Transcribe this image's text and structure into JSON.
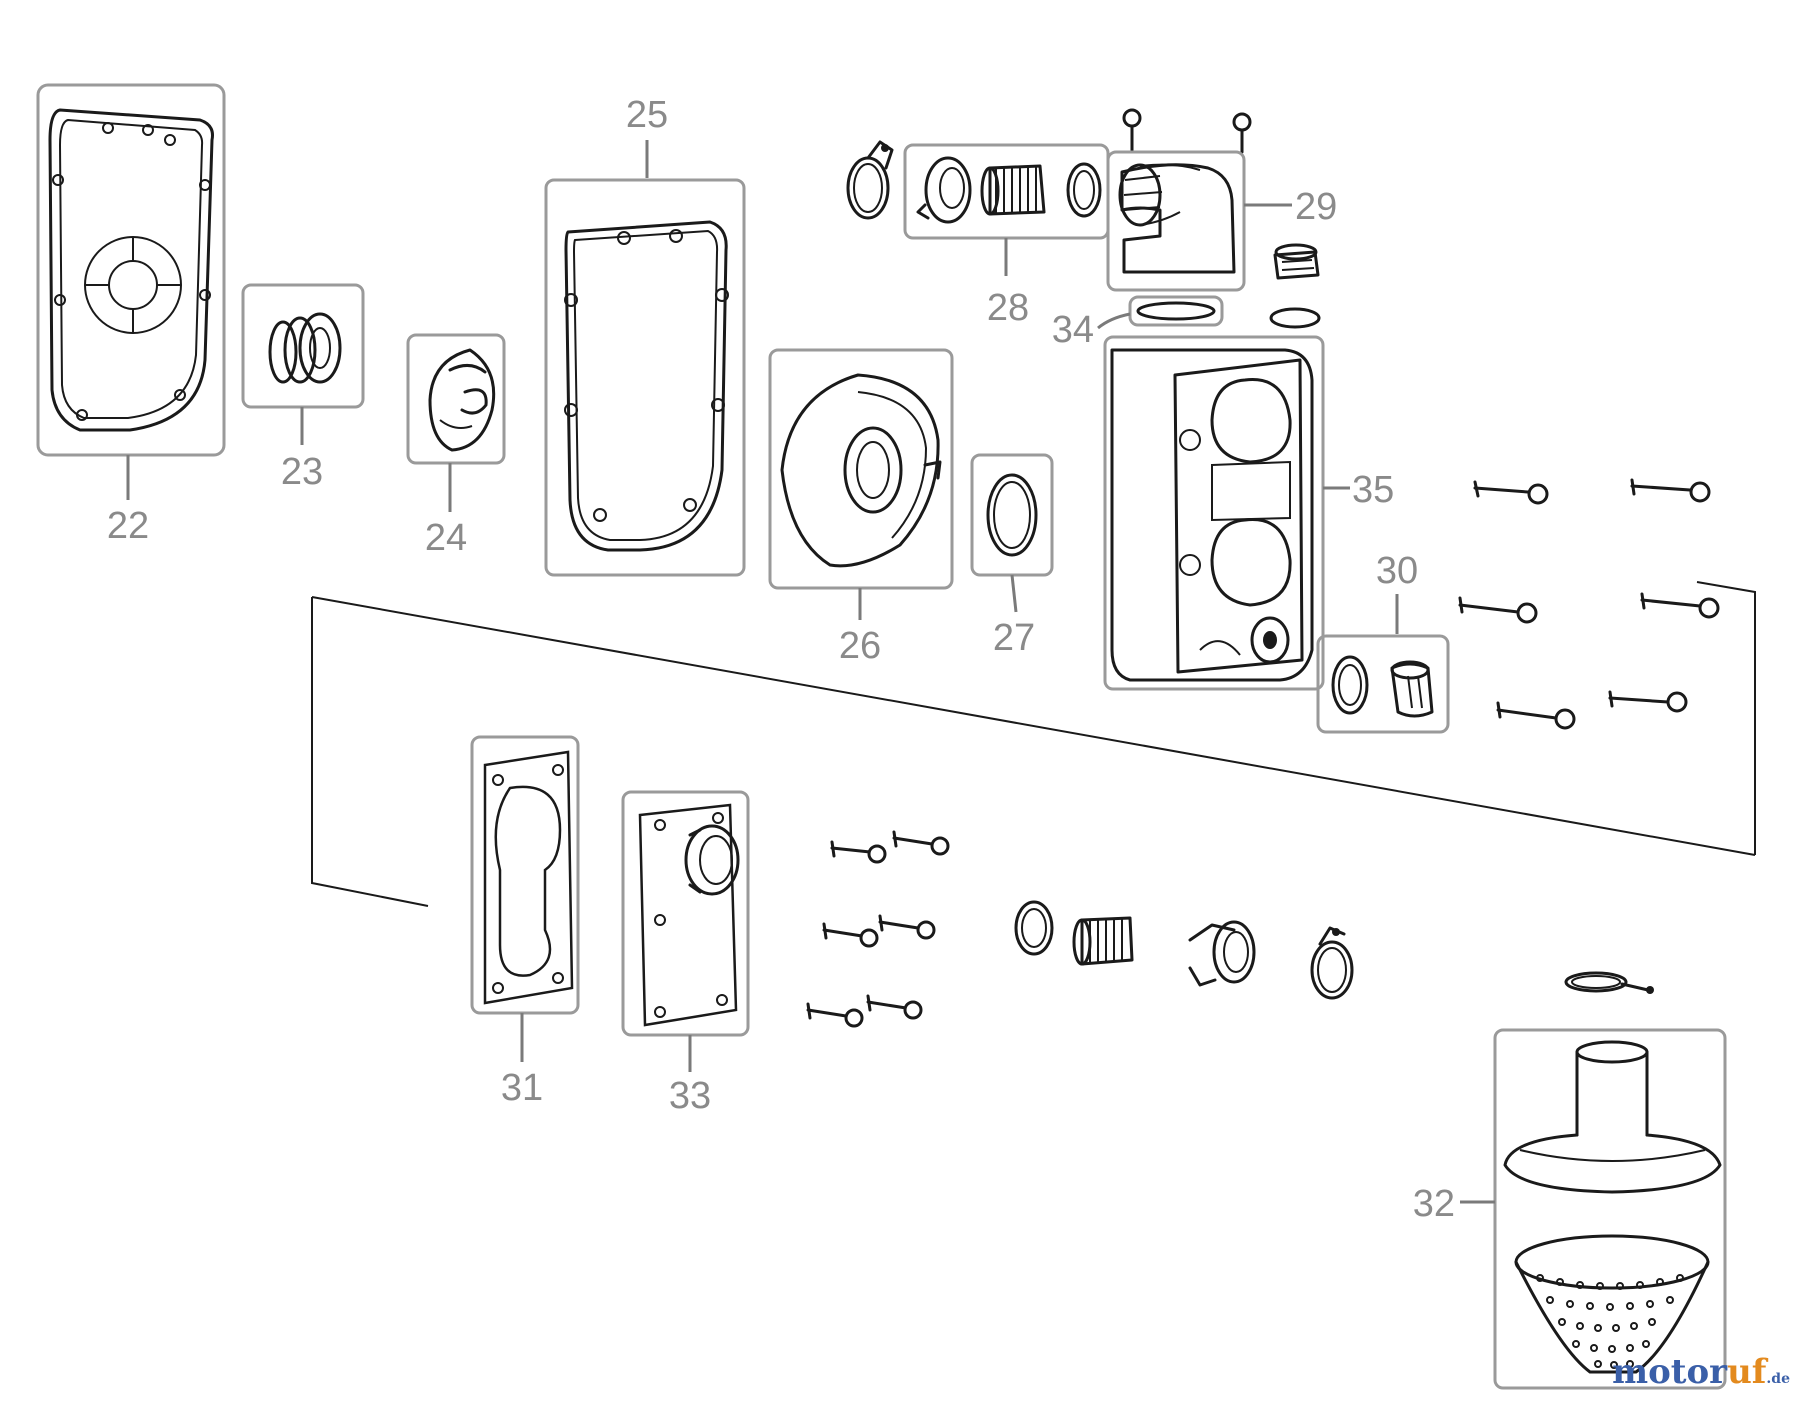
{
  "callouts": {
    "p22": "22",
    "p23": "23",
    "p24": "24",
    "p25": "25",
    "p26": "26",
    "p27": "27",
    "p28": "28",
    "p29": "29",
    "p30": "30",
    "p31": "31",
    "p32": "32",
    "p33": "33",
    "p34": "34",
    "p35": "35"
  },
  "watermark": {
    "main": "motor",
    "accent": "uf",
    "tld": ".de"
  },
  "colors": {
    "callout": "#8a8a8a",
    "frame": "#9a9a9a",
    "line": "#1a1a1a",
    "watermark_blue": "#3a5fa8",
    "watermark_orange": "#e38a1e"
  }
}
